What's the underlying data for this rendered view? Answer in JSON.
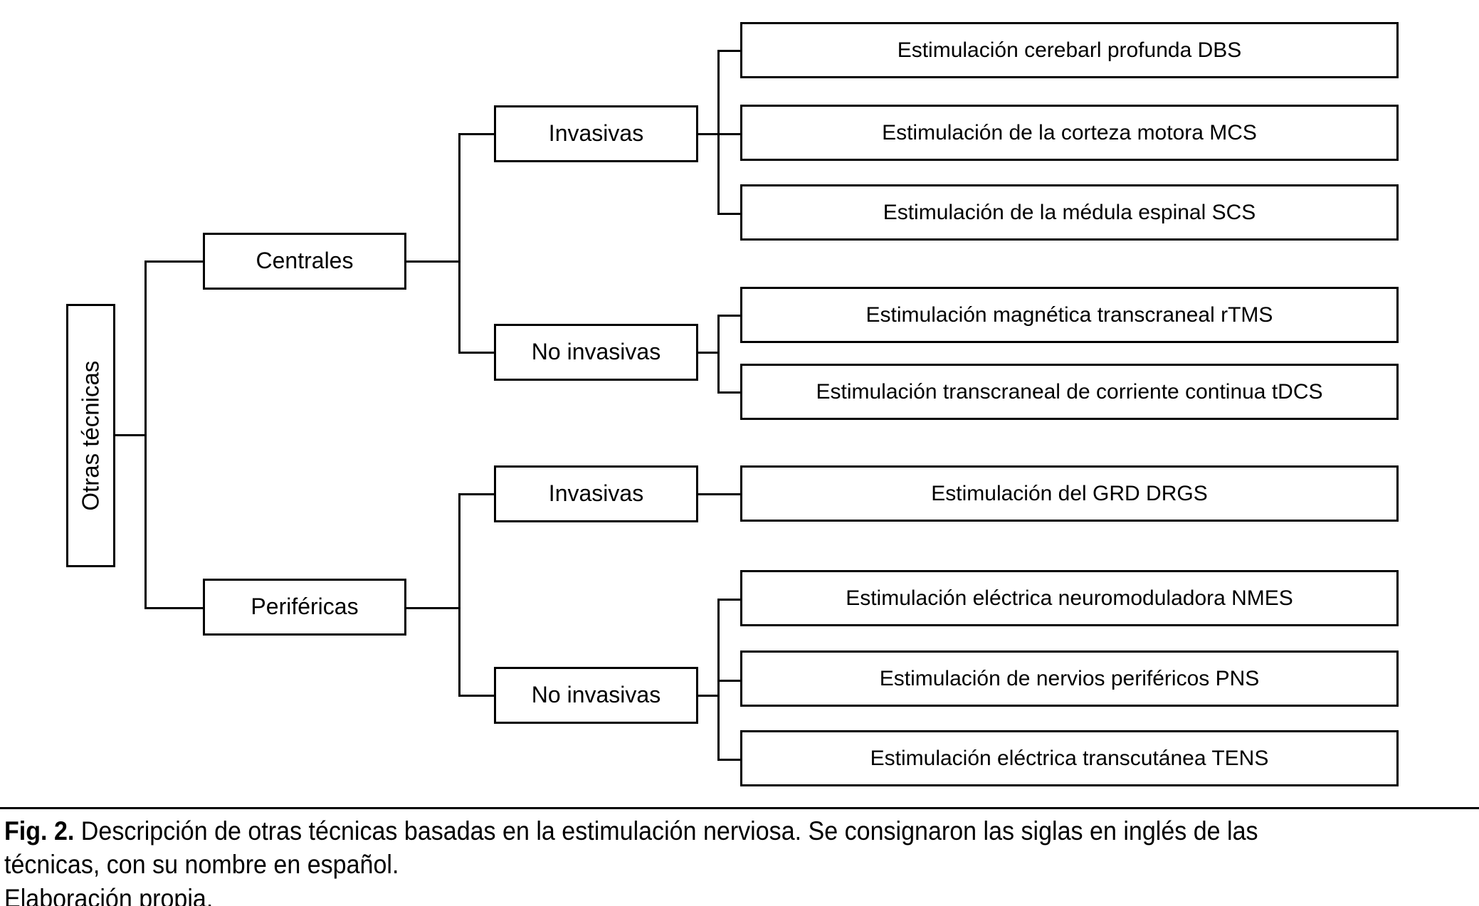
{
  "figure": {
    "diagram_type": "tree-hierarchy",
    "root": {
      "label": "Otras técnicas",
      "orientation": "vertical-bottom-to-top"
    },
    "branches": [
      {
        "label": "Centrales",
        "groups": [
          {
            "label": "Invasivas",
            "leaves": [
              "Estimulación cerebarl profunda DBS",
              "Estimulación de la corteza motora MCS",
              "Estimulación de la médula espinal SCS"
            ]
          },
          {
            "label": "No invasivas",
            "leaves": [
              "Estimulación magnética transcraneal rTMS",
              "Estimulación transcraneal de corriente continua tDCS"
            ]
          }
        ]
      },
      {
        "label": "Periféricas",
        "groups": [
          {
            "label": "Invasivas",
            "leaves": [
              "Estimulación del GRD DRGS"
            ]
          },
          {
            "label": "No invasivas",
            "leaves": [
              "Estimulación eléctrica neuromoduladora NMES",
              "Estimulación de nervios periféricos PNS",
              "Estimulación eléctrica transcutánea TENS"
            ]
          }
        ]
      }
    ]
  },
  "caption": {
    "label": "Fig. 2.",
    "text": " Descripción de otras técnicas basadas en la estimulación nerviosa. Se consignaron las siglas en inglés de las técnicas, con su nombre en español.\nElaboración propia."
  },
  "colors": {
    "stroke": "#000000",
    "background": "#ffffff",
    "text": "#000000"
  }
}
